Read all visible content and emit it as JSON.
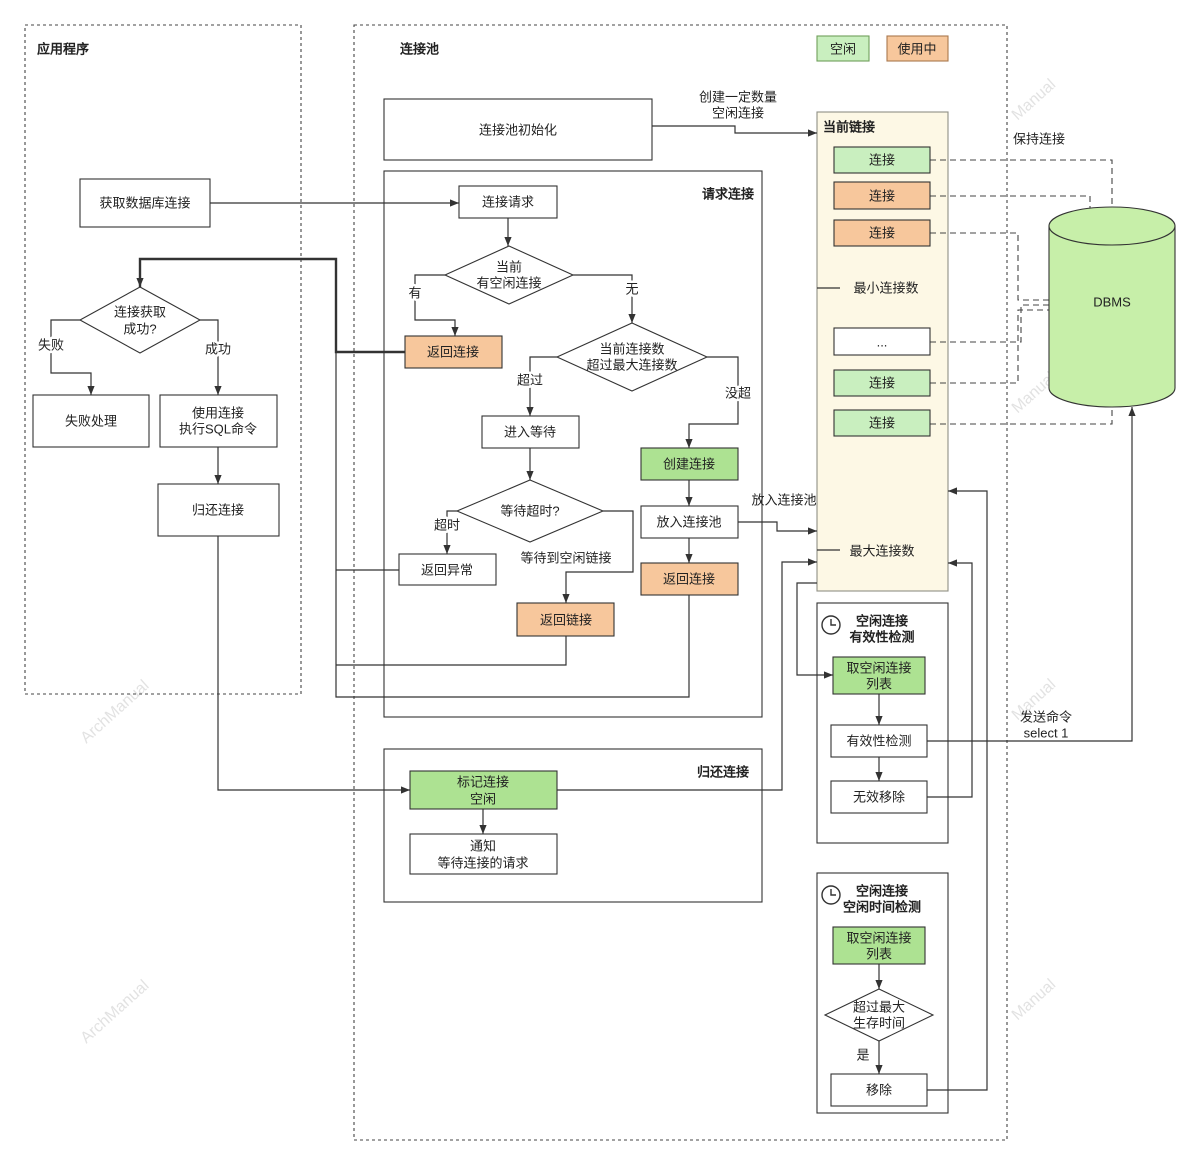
{
  "colors": {
    "idle": "#c9efbf",
    "in_use": "#f7c79c",
    "step": "#ade292",
    "current_area": "#fdf8e5",
    "dbms": "#c7efa9"
  },
  "legend": {
    "idle": "空闲",
    "in_use": "使用中"
  },
  "application": {
    "title": "应用程序",
    "get_connection": "获取数据库连接",
    "success_check": [
      "连接获取",
      "成功?"
    ],
    "fail_label": "失败",
    "success_label": "成功",
    "fail_handle": "失败处理",
    "use_connection": [
      "使用连接",
      "执行SQL命令"
    ],
    "return_connection": "归还连接"
  },
  "pool": {
    "title": "连接池",
    "init": "连接池初始化",
    "init_edge_label": [
      "创建一定数量",
      "空闲连接"
    ],
    "keep_alive_label": "保持连接",
    "request": {
      "title": "请求连接",
      "request_node": "连接请求",
      "has_idle": [
        "当前",
        "有空闲连接"
      ],
      "yes_label": "有",
      "no_label": "无",
      "return_connection": "返回连接",
      "over_max": [
        "当前连接数",
        "超过最大连接数"
      ],
      "over_label": "超过",
      "not_over_label": "没超",
      "enter_wait": "进入等待",
      "wait_timeout": "等待超时?",
      "timeout_label": "超时",
      "got_idle_label": "等待到空闲链接",
      "return_exception": "返回异常",
      "return_link": "返回链接",
      "create_connection": "创建连接",
      "put_into_pool": "放入连接池",
      "return_connection_2": "返回连接",
      "put_edge_label": "放入连接池"
    },
    "release": {
      "title": "归还连接",
      "mark_idle": [
        "标记连接",
        "空闲"
      ],
      "notify": [
        "通知",
        "等待连接的请求"
      ]
    },
    "current": {
      "title": "当前链接",
      "connections": [
        {
          "label": "连接",
          "fill": "#c9efbf"
        },
        {
          "label": "连接",
          "fill": "#f7c79c"
        },
        {
          "label": "连接",
          "fill": "#f7c79c"
        },
        {
          "label": "...",
          "fill": "#ffffff"
        },
        {
          "label": "连接",
          "fill": "#c9efbf"
        },
        {
          "label": "连接",
          "fill": "#c9efbf"
        }
      ],
      "min_label": "最小连接数",
      "max_label": "最大连接数"
    },
    "validity_check": {
      "icon": "clock-icon",
      "title": [
        "空闲连接",
        "有效性检测"
      ],
      "fetch": [
        "取空闲连接",
        "列表"
      ],
      "check": "有效性检测",
      "remove": "无效移除",
      "send_label": [
        "发送命令",
        "select 1"
      ]
    },
    "idle_time_check": {
      "icon": "clock-icon",
      "title": [
        "空闲连接",
        "空闲时间检测"
      ],
      "fetch": [
        "取空闲连接",
        "列表"
      ],
      "exceed": [
        "超过最大",
        "生存时间"
      ],
      "yes_label": "是",
      "remove": "移除"
    }
  },
  "dbms": "DBMS",
  "watermarks": [
    "ArchManual",
    "ArchManual",
    "Manual",
    "Manual",
    "Manual",
    "Manual"
  ]
}
